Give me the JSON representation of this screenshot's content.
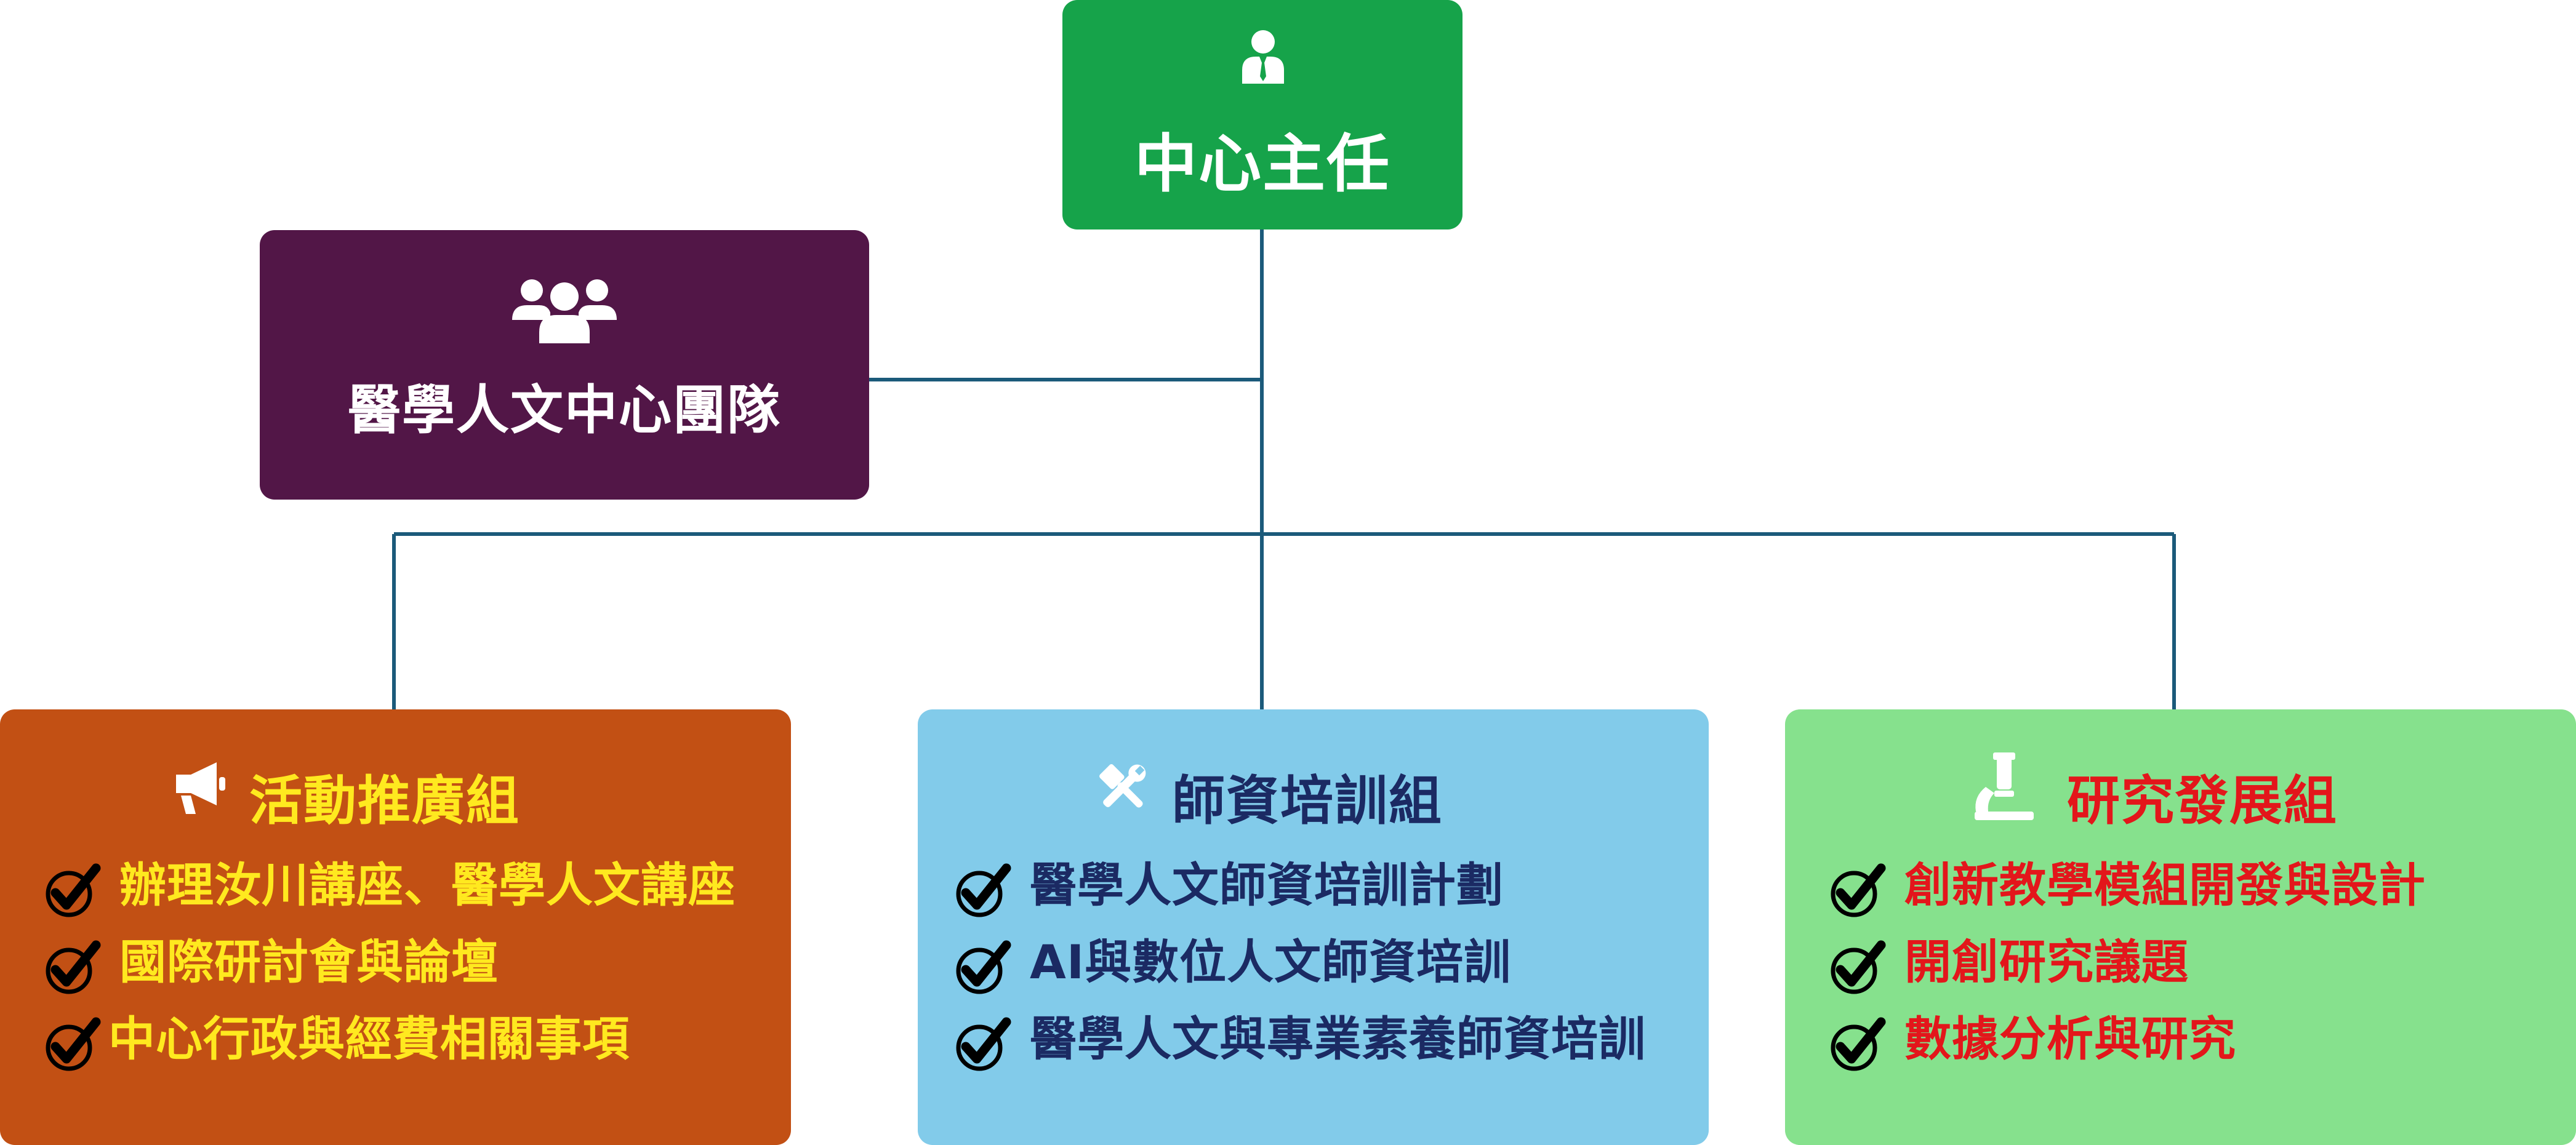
{
  "diagram": {
    "director": {
      "title": "中心主任",
      "icon": "person-icon"
    },
    "team": {
      "title": "醫學人文中心團隊",
      "icon": "group-icon"
    },
    "groups": [
      {
        "title": "活動推廣組",
        "icon": "megaphone-icon",
        "items": [
          "辦理汝川講座、醫學人文講座",
          "國際研討會與論壇",
          "中心行政與經費相關事項"
        ]
      },
      {
        "title": "師資培訓組",
        "icon": "tools-icon",
        "items": [
          "醫學人文師資培訓計劃",
          "AI與數位人文師資培訓",
          "醫學人文與專業素養師資培訓"
        ]
      },
      {
        "title": "研究發展組",
        "icon": "microscope-icon",
        "items": [
          "創新教學模組開發與設計",
          "開創研究議題",
          "數據分析與研究"
        ]
      }
    ]
  },
  "colors": {
    "director": "#16a34a",
    "team": "#521647",
    "activity": "#c25014",
    "training": "#82cbea",
    "research": "#86e18d",
    "connector": "#1b5a7a"
  }
}
